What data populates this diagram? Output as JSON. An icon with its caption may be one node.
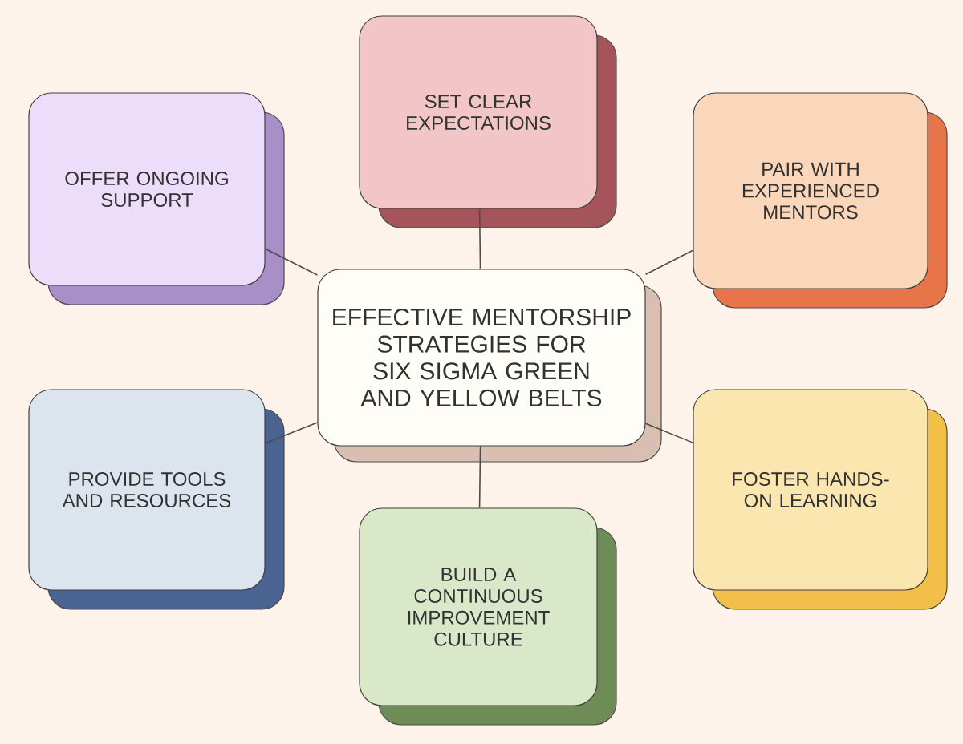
{
  "diagram": {
    "nodes": [
      {
        "text": [
          "EFFECTIVE MENTORSHIP STRATEGIES FOR SIX SIGMA GREEN AND YELLOW BELTS"
        ]
      },
      {
        "text": [
          "SET CLEAR EXPECTATIONS"
        ]
      },
      {
        "text": [
          "OFFER ONGOING SUPPORT"
        ]
      },
      {
        "text": [
          "PAIR WITH EXPERIENCED MENTORS"
        ]
      },
      {
        "text": [
          "PROVIDE TOOLS AND RESOURCES"
        ]
      },
      {
        "text": [
          "FOSTER HANDS-ON LEARNING"
        ]
      },
      {
        "text": [
          "BUILD A CONTINUOUS IMPROVEMENT CULTURE"
        ]
      }
    ],
    "edges": [
      {
        "from": 0,
        "to": 1,
        "arrow": "none"
      },
      {
        "from": 0,
        "to": 2,
        "arrow": "none"
      },
      {
        "from": 0,
        "to": 3,
        "arrow": "none"
      },
      {
        "from": 0,
        "to": 4,
        "arrow": "none"
      },
      {
        "from": 0,
        "to": 5,
        "arrow": "none"
      },
      {
        "from": 0,
        "to": 6,
        "arrow": "none"
      }
    ]
  }
}
